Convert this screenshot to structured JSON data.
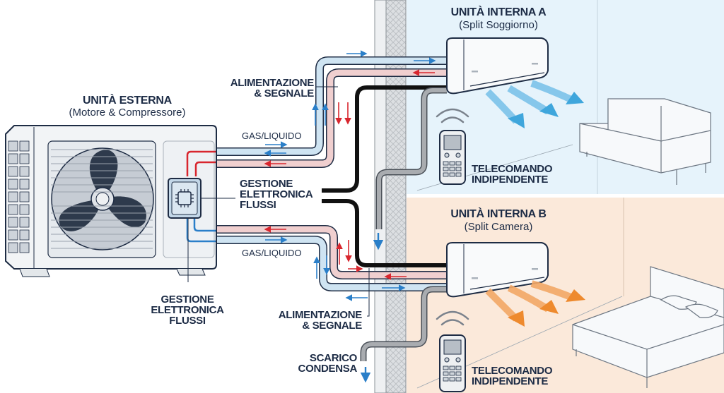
{
  "outdoor_unit": {
    "title": "UNITÀ ESTERNA",
    "subtitle": "(Motore & Compressore)"
  },
  "indoor_unit_a": {
    "title": "UNITÀ INTERNA A",
    "subtitle": "(Split Soggiorno)",
    "room": "living room",
    "airflow_color": "#3fa6dc",
    "room_color": "#e6f3fb"
  },
  "indoor_unit_b": {
    "title": "UNITÀ INTERNA B",
    "subtitle": "(Split Camera)",
    "room": "bedroom",
    "airflow_color": "#ee8a2e",
    "room_color": "#fbe9da"
  },
  "labels": {
    "power_signal_top_1": "ALIMENTAZIONE",
    "power_signal_top_2": "& SEGNALE",
    "power_signal_bottom_1": "ALIMENTAZIONE",
    "power_signal_bottom_2": "& SEGNALE",
    "gas_liquid_top": "GAS/LIQUIDO",
    "gas_liquid_bottom": "GAS/LIQUIDO",
    "flow_mgmt_center_1": "GESTIONE",
    "flow_mgmt_center_2": "ELETTRONICA",
    "flow_mgmt_center_3": "FLUSSI",
    "flow_mgmt_left_1": "GESTIONE",
    "flow_mgmt_left_2": "ELETTRONICA",
    "flow_mgmt_left_3": "FLUSSI",
    "remote_a_1": "TELECOMANDO",
    "remote_a_2": "INDIPENDENTE",
    "remote_b_1": "TELECOMANDO",
    "remote_b_2": "INDIPENDENTE",
    "condensate_1": "SCARICO",
    "condensate_2": "CONDENSA"
  },
  "colors": {
    "text": "#1c2b45",
    "cold_pipe": "#cfe4f2",
    "hot_pipe": "#f0cfcf",
    "cold_arrow": "#2a7fc9",
    "hot_arrow": "#d8262e",
    "cable": "#111111",
    "drain": "#a9acb0",
    "outline": "#1e2c44"
  }
}
